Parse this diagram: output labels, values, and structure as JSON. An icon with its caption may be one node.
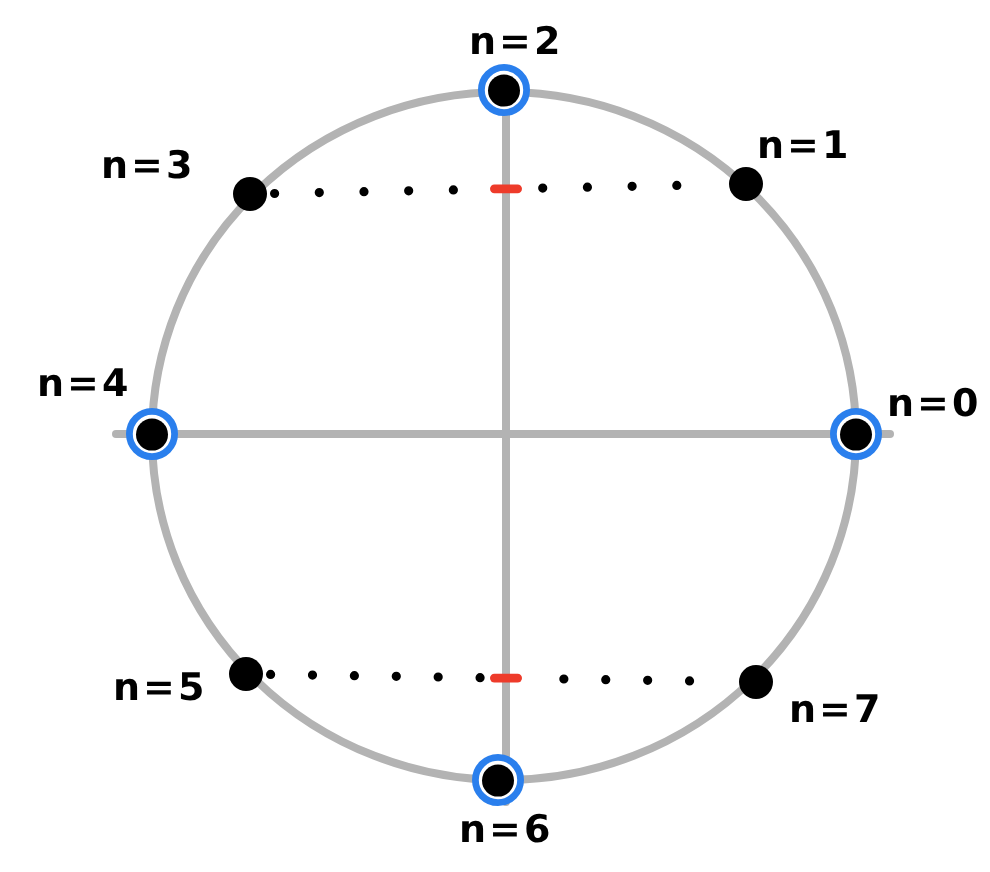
{
  "diagram": {
    "nodes": [
      {
        "text": [],
        "shape": "ring",
        "beside": [
          "n=2"
        ]
      },
      {
        "text": [],
        "shape": "circle",
        "beside": [
          "n=3"
        ]
      },
      {
        "text": [],
        "shape": "circle",
        "beside": [
          "n=1"
        ]
      },
      {
        "text": [],
        "shape": "ring",
        "beside": [
          "n=4"
        ]
      },
      {
        "text": [],
        "shape": "ring",
        "beside": [
          "n=0"
        ]
      },
      {
        "text": [],
        "shape": "circle",
        "beside": [
          "n=5"
        ]
      },
      {
        "text": [],
        "shape": "circle",
        "beside": [
          "n=7"
        ]
      },
      {
        "text": [],
        "shape": "ring",
        "beside": [
          "n=6"
        ]
      }
    ],
    "edges": [
      {
        "from": 1,
        "to": 2,
        "arrow": "none",
        "style": "dashed"
      },
      {
        "from": 5,
        "to": 6,
        "arrow": "none",
        "style": "dashed"
      }
    ]
  }
}
